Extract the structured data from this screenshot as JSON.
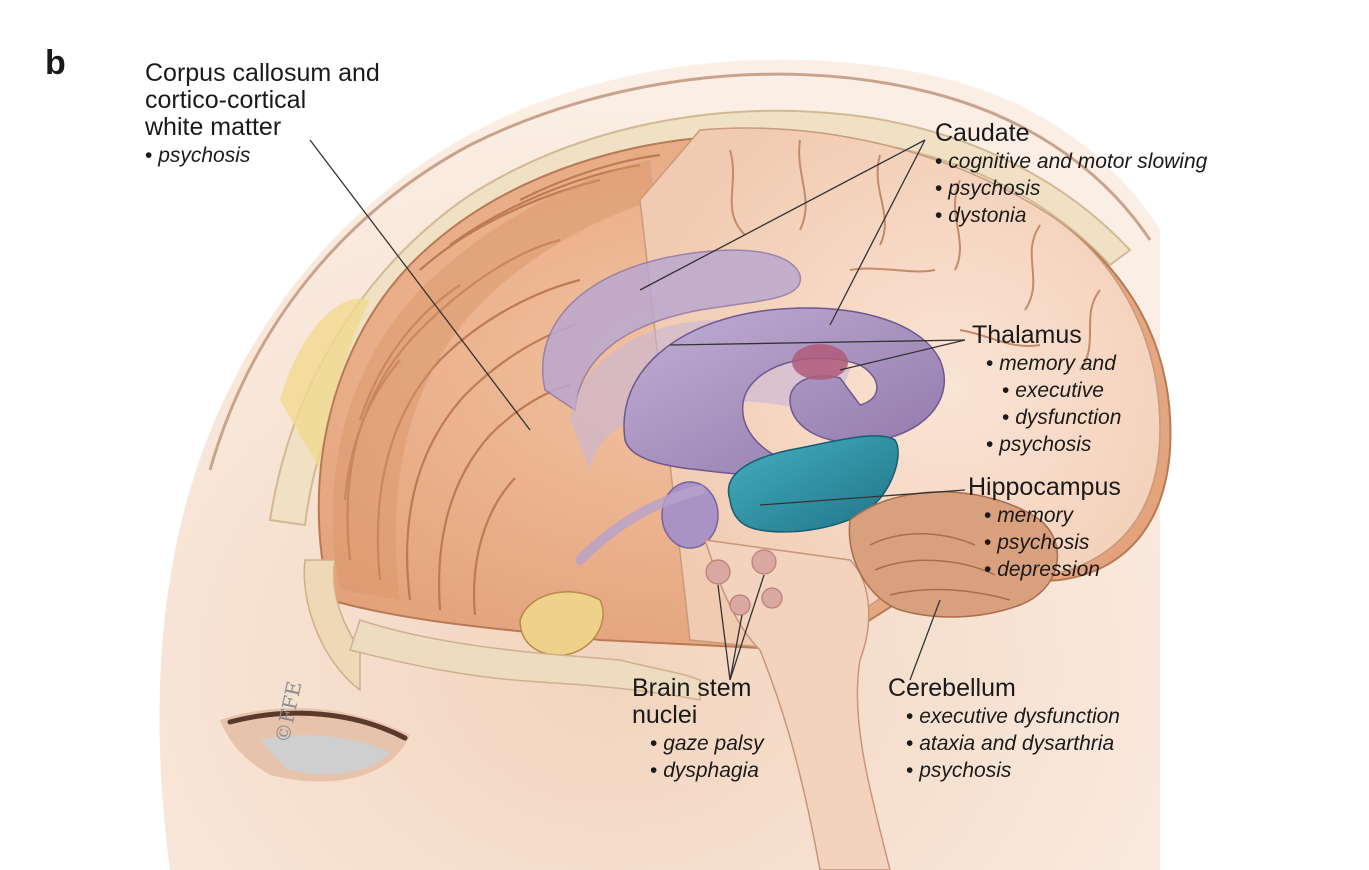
{
  "panel_letter": "b",
  "signature": "©FFE",
  "labels": {
    "corpus": {
      "title_lines": [
        "Corpus callosum and",
        "cortico-cortical",
        "white matter"
      ],
      "items": [
        "psychosis"
      ]
    },
    "caudate": {
      "title_lines": [
        "Caudate"
      ],
      "items": [
        "cognitive and motor slowing",
        "psychosis",
        "dystonia"
      ]
    },
    "thalamus": {
      "title_lines": [
        "Thalamus"
      ],
      "items": [
        "memory and",
        "executive",
        "dysfunction",
        "psychosis"
      ]
    },
    "hippocampus": {
      "title_lines": [
        "Hippocampus"
      ],
      "items": [
        "memory",
        "psychosis",
        "depression"
      ]
    },
    "brainstem": {
      "title_lines": [
        "Brain stem",
        "nuclei"
      ],
      "items": [
        "gaze palsy",
        "dysphagia"
      ]
    },
    "cerebellum": {
      "title_lines": [
        "Cerebellum"
      ],
      "items": [
        "executive dysfunction",
        "ataxia and dysarthria",
        "psychosis"
      ]
    }
  },
  "colors": {
    "skin": "#f4dcc8",
    "skull": "#f1e3c7",
    "cortex": "#e9ae82",
    "cortex_dark": "#d98f5c",
    "section": "#f7dcc9",
    "caudate": "#b49fc6",
    "thalamus": "#a48bbb",
    "hippocampus": "#2f93a6",
    "cerebellum": "#d9a07e",
    "leader": "#333333"
  }
}
